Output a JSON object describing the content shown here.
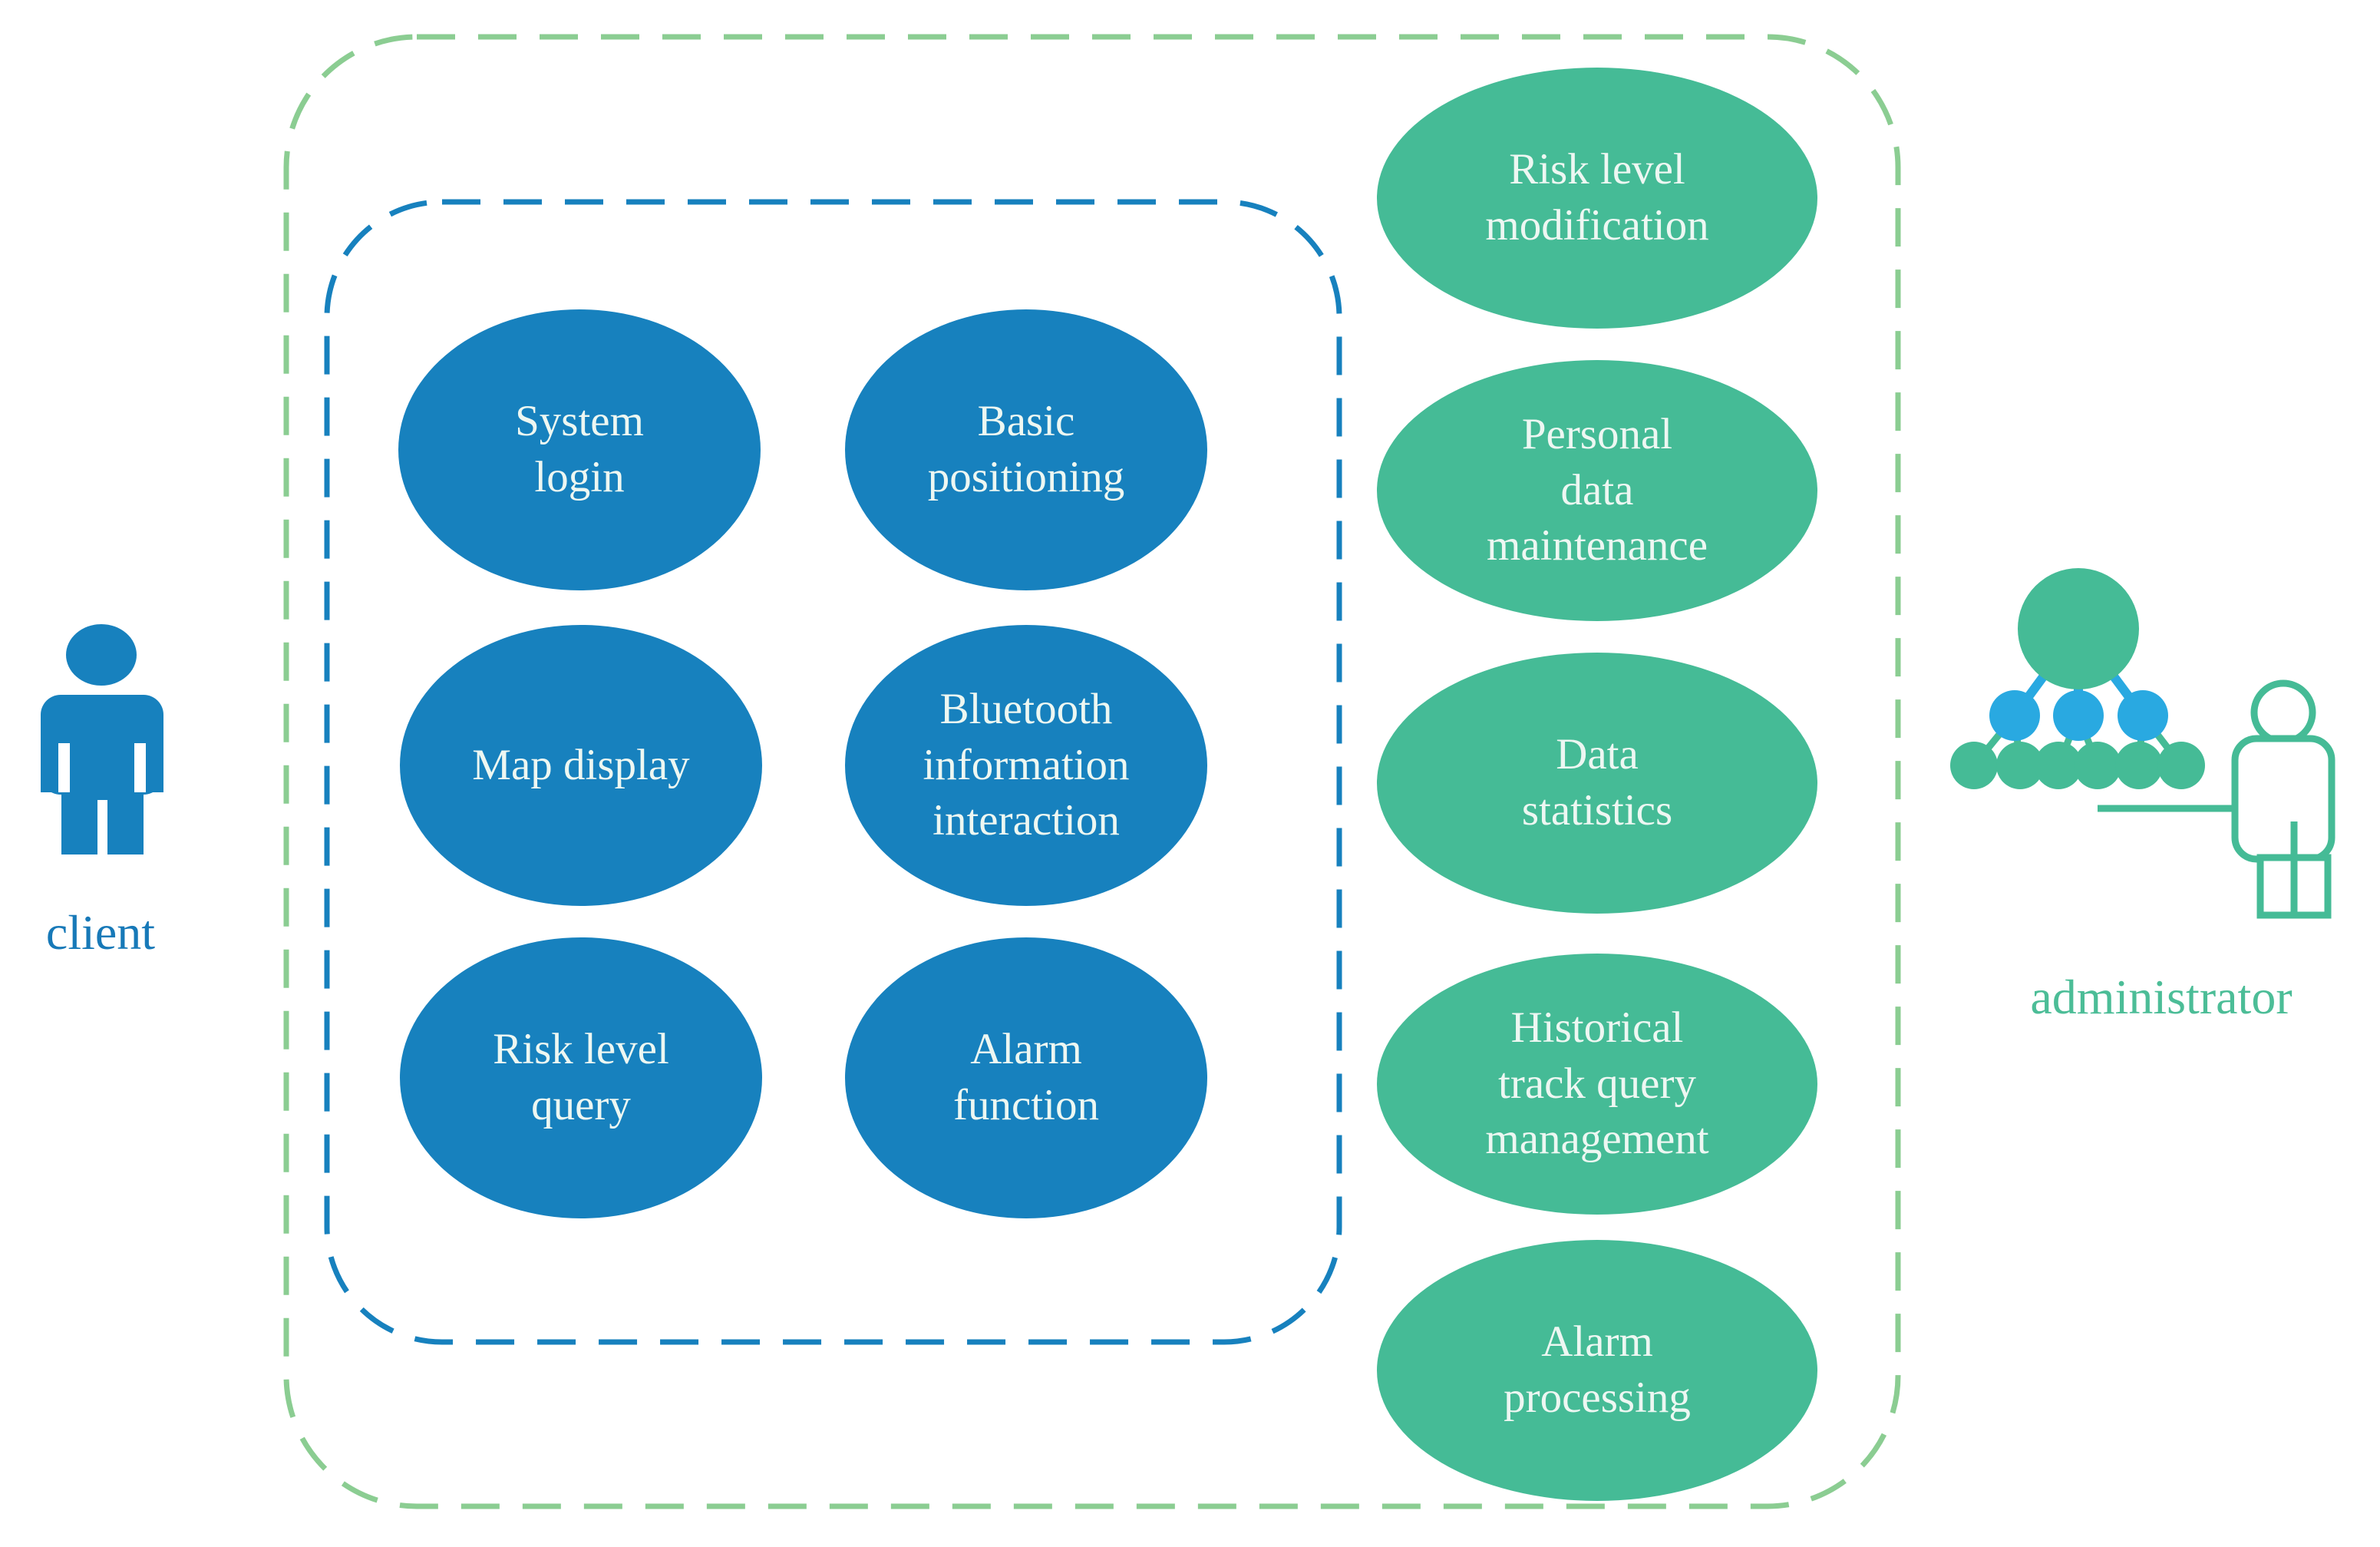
{
  "actors": {
    "client": {
      "label": "client"
    },
    "administrator": {
      "label": "administrator"
    }
  },
  "client_use_cases": [
    {
      "id": "system-login",
      "label": "System\nlogin"
    },
    {
      "id": "basic-positioning",
      "label": "Basic\npositioning"
    },
    {
      "id": "map-display",
      "label": "Map display"
    },
    {
      "id": "bluetooth-information-interaction",
      "label": "Bluetooth\ninformation\ninteraction"
    },
    {
      "id": "risk-level-query",
      "label": "Risk level\nquery"
    },
    {
      "id": "alarm-function",
      "label": "Alarm\nfunction"
    }
  ],
  "admin_use_cases": [
    {
      "id": "risk-level-modification",
      "label": "Risk level\nmodification"
    },
    {
      "id": "personal-data-maintenance",
      "label": "Personal\ndata\nmaintenance"
    },
    {
      "id": "data-statistics",
      "label": "Data\nstatistics"
    },
    {
      "id": "historical-track-query-management",
      "label": "Historical\ntrack query\nmanagement"
    },
    {
      "id": "alarm-processing",
      "label": "Alarm\nprocessing"
    }
  ],
  "colors": {
    "client_ellipse": "#1781BE",
    "admin_ellipse": "#45BB96",
    "inner_boundary": "#1781BE",
    "outer_boundary": "#8BCD92",
    "tree_node_blue": "#29A9E1",
    "ellipse_text": "#EDF7F2",
    "client_label": "#1779B8",
    "admin_label": "#4CBD97"
  }
}
